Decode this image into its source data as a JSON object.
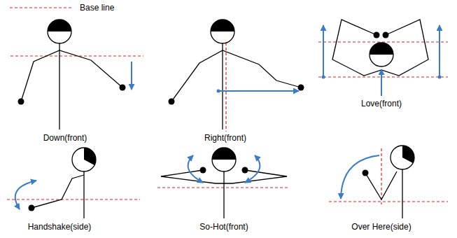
{
  "diagram": {
    "labels": [
      "Down(front)",
      "Right(front)",
      "Love(front)",
      "Handshake(side)",
      "So-Hot(front)",
      "Over Here(side)"
    ],
    "legend": [
      {
        "text": "Base line"
      }
    ]
  }
}
